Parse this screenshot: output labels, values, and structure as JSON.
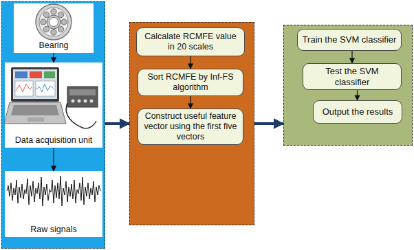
{
  "diagram": {
    "nodes": [
      {
        "text": []
      },
      {
        "text": [
          "Bearing"
        ],
        "in": 0
      },
      {
        "text": [
          "Data acquisition unit"
        ],
        "in": 0
      },
      {
        "text": [
          "Raw signals"
        ],
        "in": 0
      },
      {
        "text": []
      },
      {
        "text": [
          "Calcalate RCMFE value in 20 scales"
        ],
        "in": 4
      },
      {
        "text": [
          "Sort RCMFE by Inf-FS algorithm"
        ],
        "in": 4
      },
      {
        "text": [
          "Construct useful feature vector using the first five vectors"
        ],
        "in": 4
      },
      {
        "text": []
      },
      {
        "text": [
          "Train the SVM classifier"
        ],
        "in": 8
      },
      {
        "text": [
          "Test the SVM classifier"
        ],
        "in": 8
      },
      {
        "text": [
          "Output the results"
        ],
        "in": 8
      }
    ],
    "edges": [
      {
        "from": 1,
        "to": 2,
        "arrow": "to"
      },
      {
        "from": 2,
        "to": 3,
        "arrow": "to"
      },
      {
        "from": 0,
        "to": 4,
        "arrow": "to"
      },
      {
        "from": 4,
        "to": 8,
        "arrow": "to"
      },
      {
        "from": 5,
        "to": 6,
        "arrow": "to"
      },
      {
        "from": 6,
        "to": 7,
        "arrow": "to"
      },
      {
        "from": 9,
        "to": 10,
        "arrow": "to"
      },
      {
        "from": 10,
        "to": 11,
        "arrow": "to"
      }
    ]
  }
}
